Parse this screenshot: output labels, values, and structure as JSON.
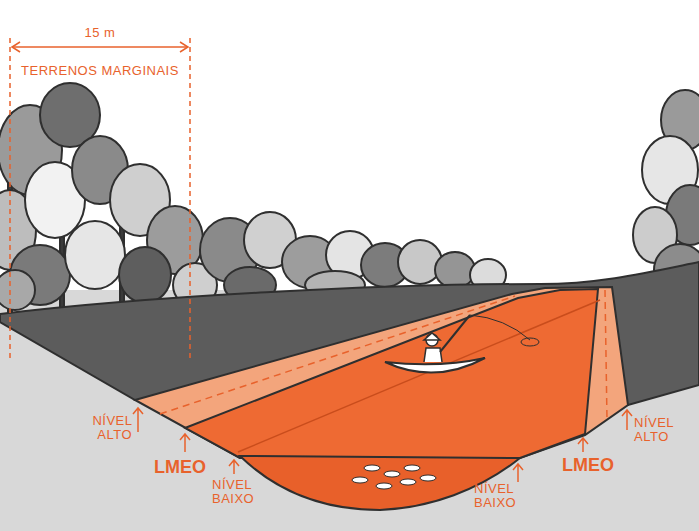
{
  "diagram": {
    "labels": [
      "15 m",
      "TERRENOS MARGINAIS",
      "NÍVEL ALTO",
      "LMEO",
      "NÍVEL BAIXO",
      "NÍVEL BAIXO",
      "LMEO",
      "NÍVEL ALTO"
    ]
  }
}
